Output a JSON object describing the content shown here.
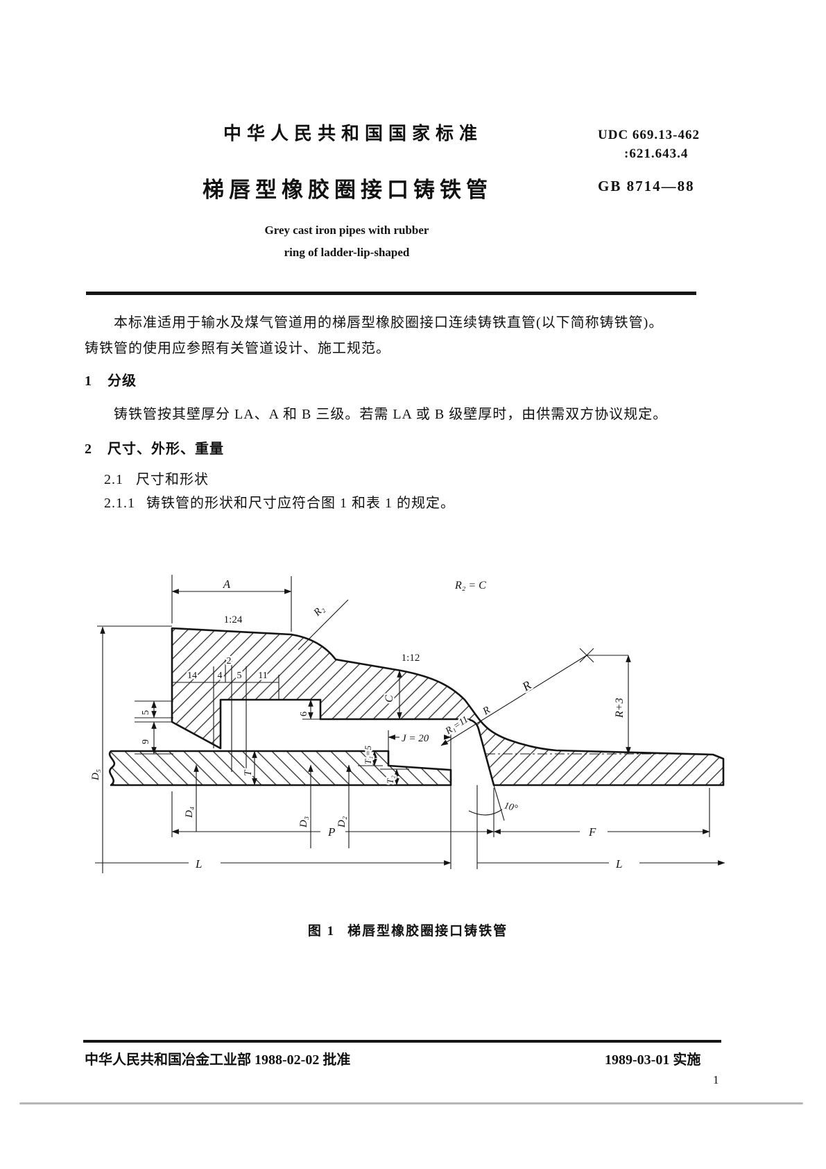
{
  "header": {
    "standard_label": "中华人民共和国国家标准",
    "udc_line1": "UDC 669.13-462",
    "udc_line2": ":621.643.4",
    "title_cn": "梯唇型橡胶圈接口铸铁管",
    "standard_no": "GB 8714—88",
    "title_en_line1": "Grey cast iron pipes with rubber",
    "title_en_line2": "ring of ladder-lip-shaped"
  },
  "intro": {
    "para1": "本标准适用于输水及煤气管道用的梯唇型橡胶圈接口连续铸铁直管(以下简称铸铁管)。",
    "para2": "铸铁管的使用应参照有关管道设计、施工规范。"
  },
  "section1": {
    "no": "1",
    "heading": "分级",
    "body": "铸铁管按其壁厚分 LA、A 和 B 三级。若需 LA 或 B 级壁厚时，由供需双方协议规定。"
  },
  "section2": {
    "no": "2",
    "heading": "尺寸、外形、重量"
  },
  "section21": {
    "no": "2.1",
    "text": "尺寸和形状"
  },
  "section211": {
    "no": "2.1.1",
    "text": "铸铁管的形状和尺寸应符合图 1 和表 1 的规定。"
  },
  "figure": {
    "caption_fig": "图 1",
    "caption_text": "梯唇型橡胶圈接口铸铁管",
    "labels": {
      "a": "A",
      "slope_socket": "1:24",
      "slope_wall": "1:12",
      "r2_leader": "R₂",
      "r2_formula": "R₂ = C",
      "c": "C",
      "step6": "6",
      "w14": "14",
      "w4": "4",
      "w2": "2",
      "w5": "5",
      "w11": "11",
      "h5": "5",
      "h9": "9",
      "r_outer": "R",
      "r_plus3": "R+3",
      "r1_inner": "R₁=11",
      "r_inner": "R",
      "j": "J = 20",
      "t1": "T₁=5",
      "t2": "T₂",
      "t": "T",
      "angle10": "10°",
      "d5": "D₅",
      "d4": "D₄",
      "d3": "D₃",
      "d2": "D₂",
      "p": "P",
      "f": "F",
      "l_left": "L",
      "l_right": "L"
    }
  },
  "footer": {
    "left": "中华人民共和国冶金工业部 1988-02-02 批准",
    "right": "1989-03-01 实施",
    "page_number": "1"
  }
}
